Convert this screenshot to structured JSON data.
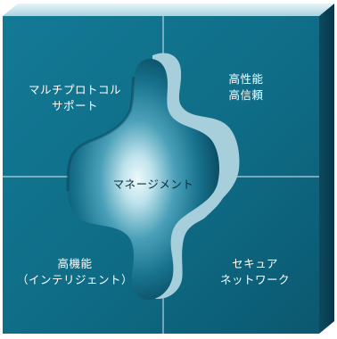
{
  "diagram": {
    "quadrants": {
      "top_left": [
        "マルチプロトコル",
        "サポート"
      ],
      "top_right": [
        "高性能",
        "高信頼"
      ],
      "bottom_left": [
        "高機能",
        "（インテリジェント）"
      ],
      "bottom_right": [
        "セキュア",
        "ネットワーク"
      ]
    },
    "center": "マネージメント"
  },
  "colors": {
    "face": "#0f6c86",
    "face_dark": "#0a4d63",
    "side": "#0a3f52",
    "top": "#bfe0ea",
    "center_glow": "#e9f7fb",
    "divider": "#cfe8ef"
  }
}
